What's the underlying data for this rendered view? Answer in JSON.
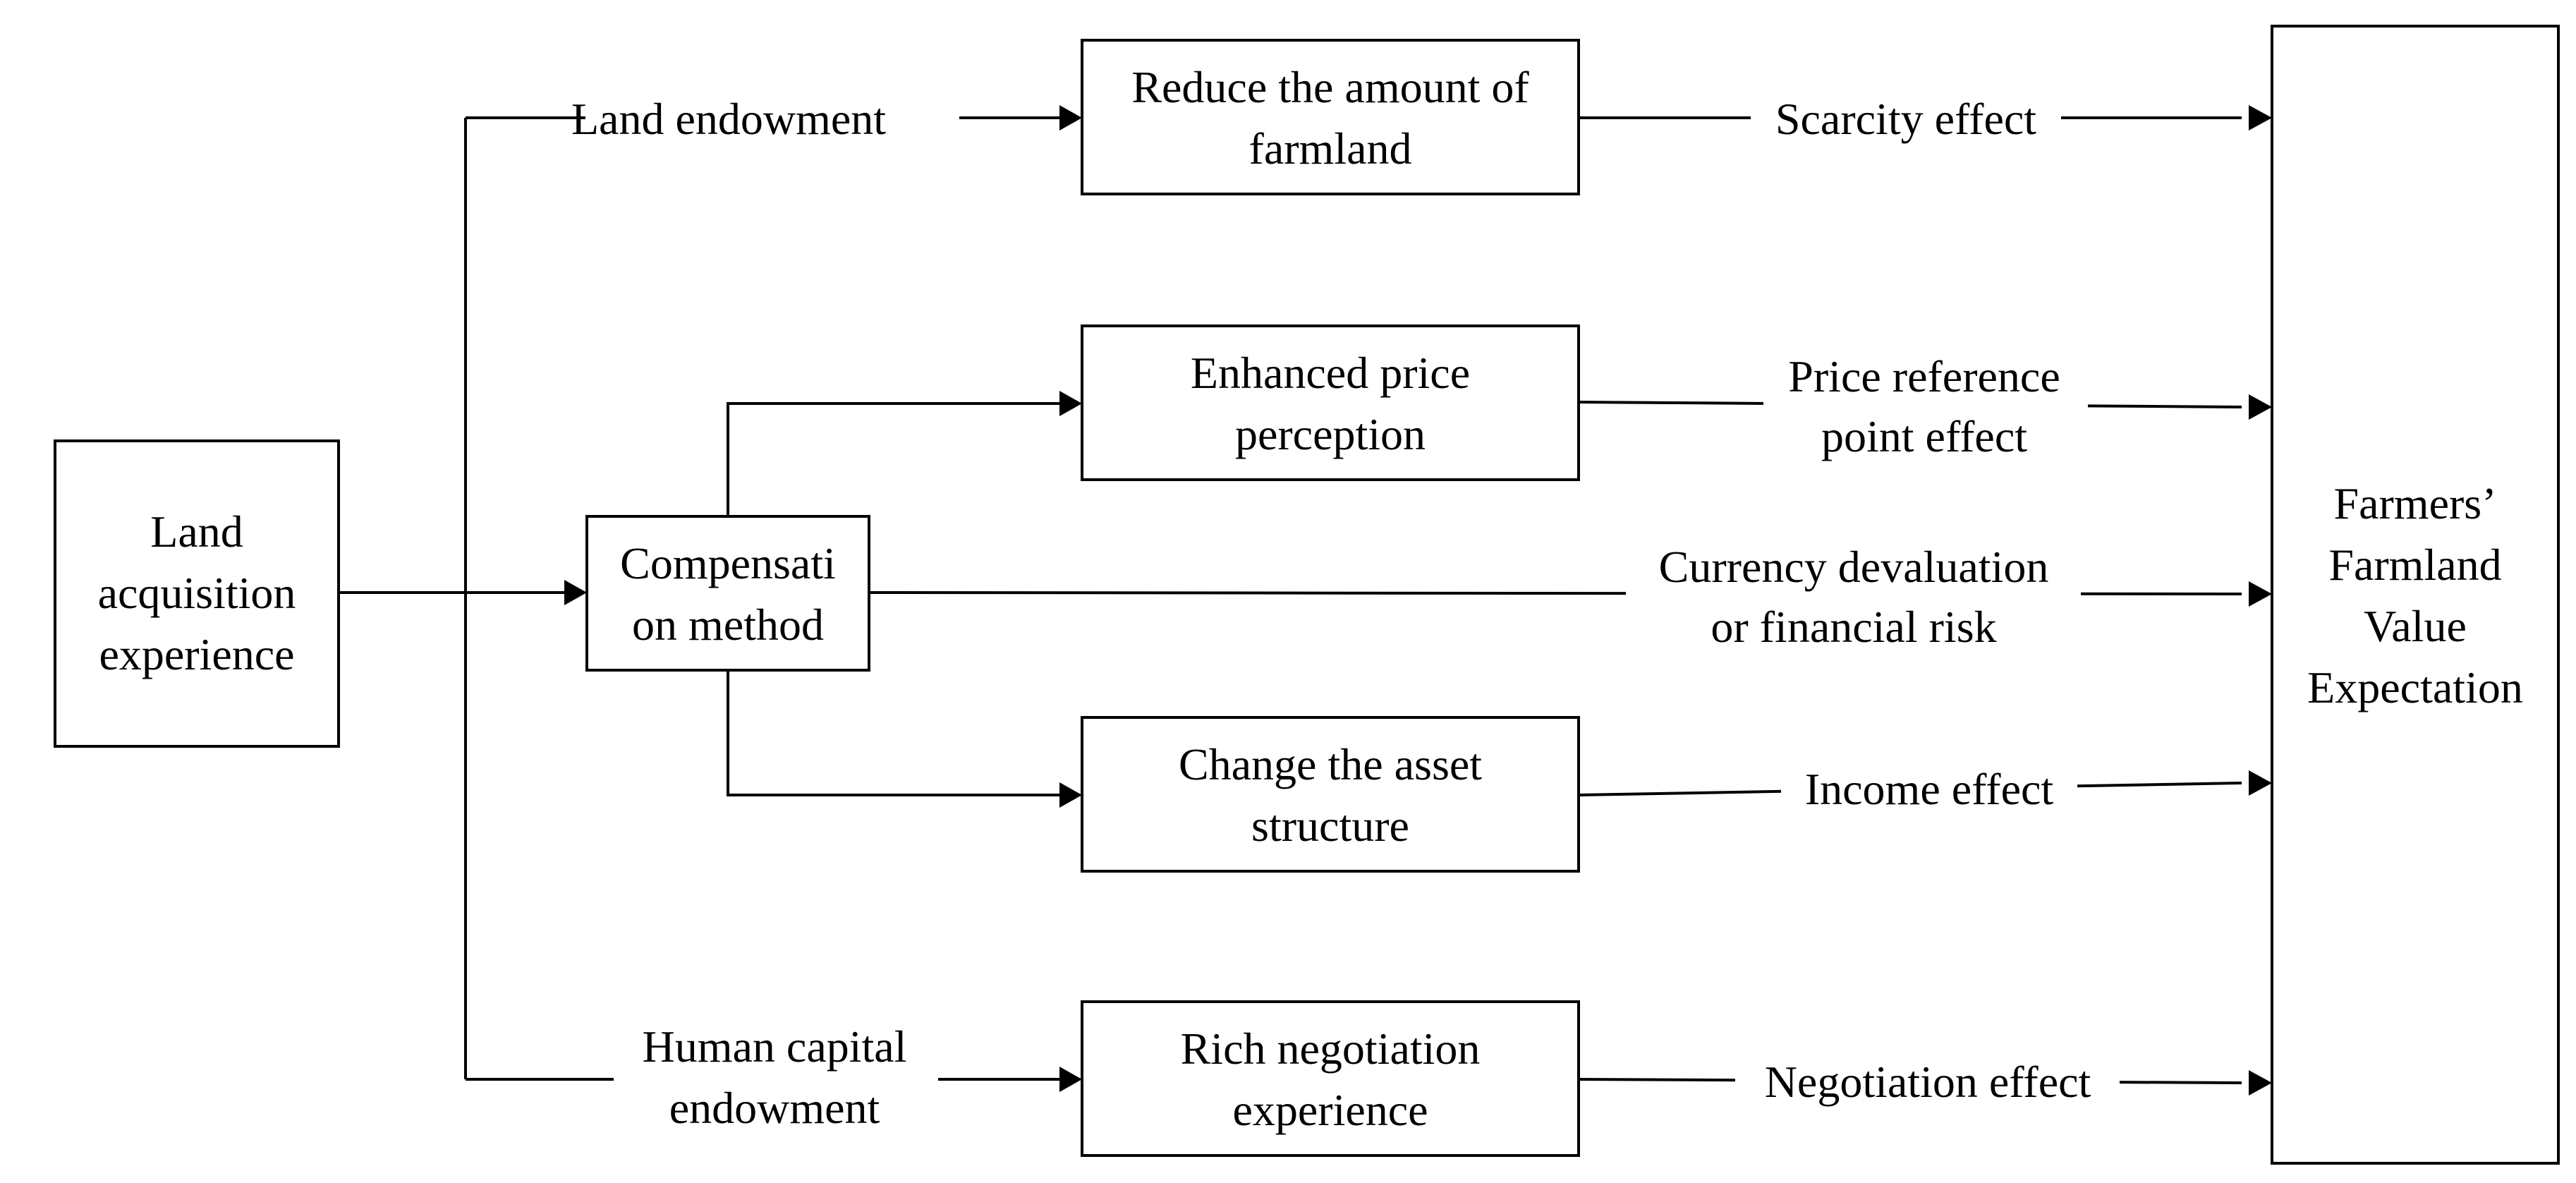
{
  "nodes": {
    "land_acquisition": {
      "lines": [
        "Land",
        "acquisition",
        "experience"
      ]
    },
    "compensation": {
      "lines": [
        "Compensati",
        "on method"
      ]
    },
    "reduce_farmland": {
      "lines": [
        "Reduce the amount of",
        "farmland"
      ]
    },
    "price_perception": {
      "lines": [
        "Enhanced price",
        "perception"
      ]
    },
    "asset_structure": {
      "lines": [
        "Change the asset",
        "structure"
      ]
    },
    "negotiation_experience": {
      "lines": [
        "Rich negotiation",
        "experience"
      ]
    },
    "value_expectation": {
      "lines": [
        "Farmers’",
        "Farmland",
        "Value",
        "Expectation"
      ]
    }
  },
  "edge_labels": {
    "land_endowment": {
      "lines": [
        "Land endowment"
      ]
    },
    "human_capital": {
      "lines": [
        "Human capital",
        "endowment"
      ]
    },
    "scarcity": {
      "lines": [
        "Scarcity effect"
      ]
    },
    "price_reference": {
      "lines": [
        "Price reference",
        "point effect"
      ]
    },
    "currency": {
      "lines": [
        "Currency devaluation",
        "or financial risk"
      ]
    },
    "income": {
      "lines": [
        "Income effect"
      ]
    },
    "negotiation": {
      "lines": [
        "Negotiation effect"
      ]
    }
  },
  "colors": {
    "stroke": "#000000",
    "background": "#ffffff",
    "text": "#000000"
  }
}
